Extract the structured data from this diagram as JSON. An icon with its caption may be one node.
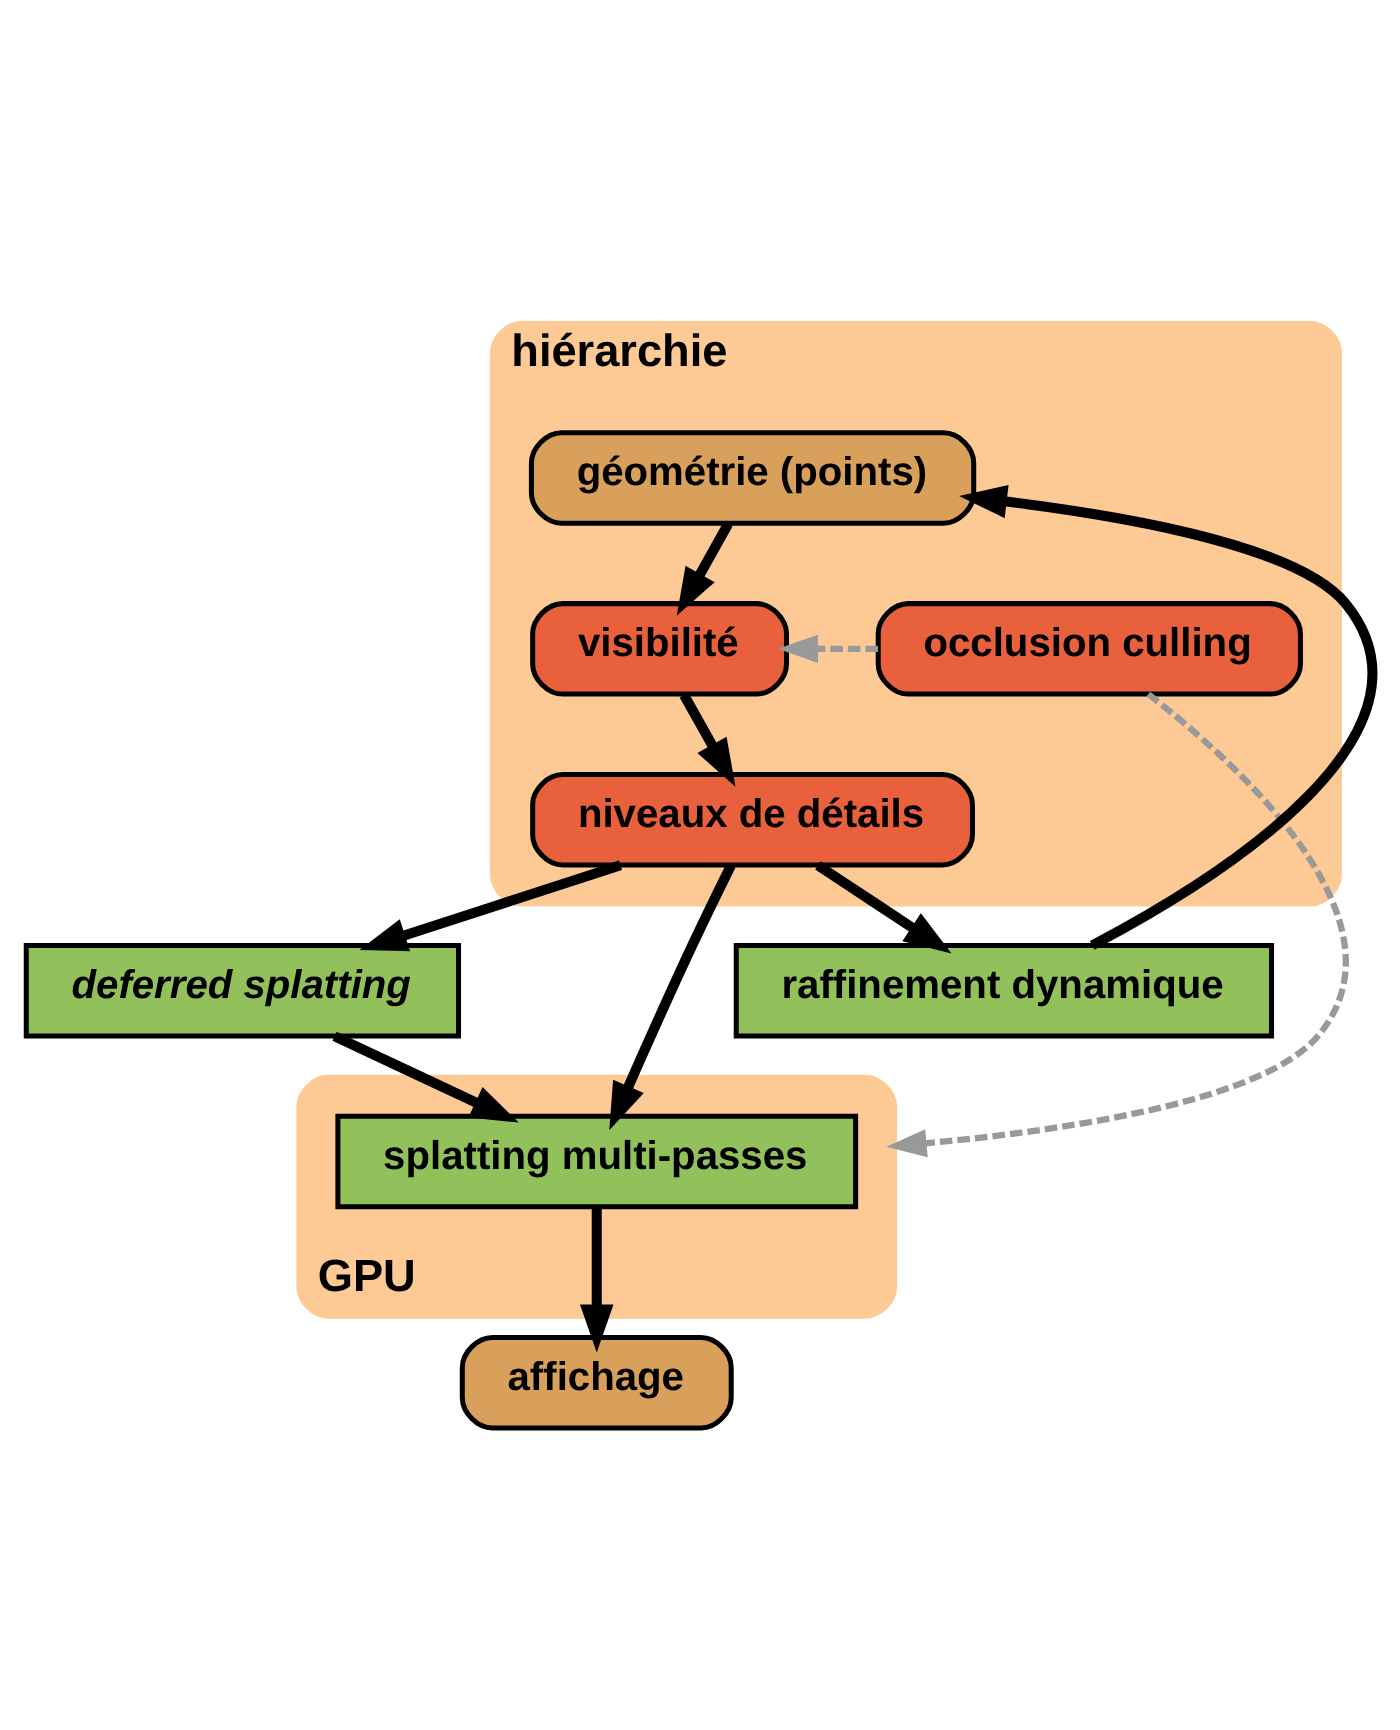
{
  "diagram": {
    "nodes": [
      {
        "text": [
          "hiérarchie"
        ]
      },
      {
        "text": [
          "géométrie (points)"
        ],
        "in": 0
      },
      {
        "text": [
          "occlusion culling"
        ],
        "in": 0
      },
      {
        "text": [
          "visibilité"
        ],
        "in": 0
      },
      {
        "text": [
          "niveaux de détails"
        ],
        "in": 0
      },
      {
        "text": [
          "raffinement dynamique"
        ]
      },
      {
        "text": [
          "deferred splatting"
        ]
      },
      {
        "text": [
          "GPU"
        ]
      },
      {
        "text": [
          "splatting multi-passes"
        ],
        "in": 7
      },
      {
        "text": [
          "affichage"
        ]
      }
    ],
    "edges": [
      {
        "from": 1,
        "to": 3,
        "arrow": "to"
      },
      {
        "from": 2,
        "to": 3,
        "arrow": "to",
        "style": "dashed",
        "color": "#999999"
      },
      {
        "from": 3,
        "to": 4,
        "arrow": "to"
      },
      {
        "from": 4,
        "to": 5,
        "arrow": "to"
      },
      {
        "from": 5,
        "to": 1,
        "arrow": "to"
      },
      {
        "from": 4,
        "to": 6,
        "arrow": "to"
      },
      {
        "from": 4,
        "to": 8,
        "arrow": "to"
      },
      {
        "from": 6,
        "to": 8,
        "arrow": "to"
      },
      {
        "from": 2,
        "to": 7,
        "arrow": "to",
        "style": "dashed",
        "color": "#999999"
      },
      {
        "from": 8,
        "to": 9,
        "arrow": "to"
      }
    ]
  }
}
